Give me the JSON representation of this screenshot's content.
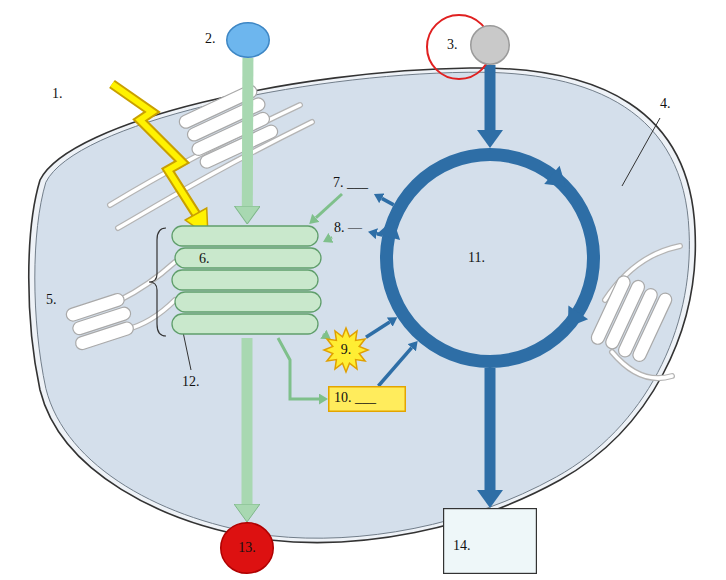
{
  "diagram": {
    "nodes": [
      {
        "text": [
          "2."
        ]
      },
      {
        "text": [
          "3."
        ]
      },
      {
        "text": [
          "6."
        ]
      },
      {
        "text": [
          "7. ___"
        ]
      },
      {
        "text": [
          "8. —"
        ]
      },
      {
        "text": [
          "9."
        ]
      },
      {
        "text": [
          "10. ___"
        ]
      },
      {
        "text": [
          "11."
        ]
      },
      {
        "text": [
          "13."
        ]
      },
      {
        "text": [
          "14."
        ]
      }
    ],
    "edges": [
      {
        "from": 0,
        "to": 2,
        "arrow": "to"
      },
      {
        "from": 2,
        "to": 8,
        "arrow": "to"
      },
      {
        "from": 1,
        "to": 7,
        "arrow": "to"
      },
      {
        "from": 7,
        "to": 9,
        "arrow": "to"
      },
      {
        "from": 7,
        "to": 3,
        "arrow": "to"
      },
      {
        "from": 7,
        "to": 4,
        "arrow": "to"
      },
      {
        "from": 3,
        "to": 2,
        "arrow": "to"
      },
      {
        "from": 4,
        "to": 2,
        "arrow": "to"
      },
      {
        "from": 2,
        "to": 5,
        "arrow": "to"
      },
      {
        "from": 2,
        "to": 6,
        "arrow": "to"
      },
      {
        "from": 5,
        "to": 7,
        "arrow": "to"
      },
      {
        "from": 6,
        "to": 7,
        "arrow": "to"
      }
    ],
    "labels": [
      "1.",
      "4.",
      "5.",
      "12."
    ]
  }
}
